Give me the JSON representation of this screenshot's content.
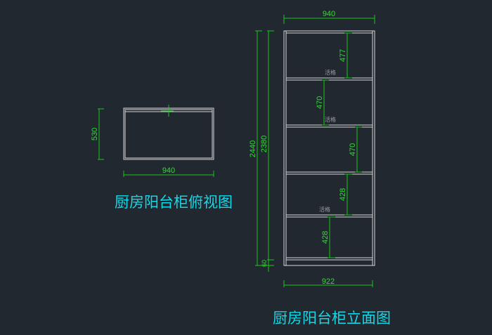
{
  "top_view": {
    "title": "厨房阳台柜俯视图",
    "width_dim": "940",
    "depth_dim": "530"
  },
  "elevation": {
    "title": "厨房阳台柜立面图",
    "top_width_dim": "940",
    "bottom_width_dim": "922",
    "total_height_dim": "2440",
    "body_height_dim": "2380",
    "plinth_dim": "60",
    "compartment_dims": [
      "477",
      "470",
      "470",
      "428",
      "428"
    ],
    "shelf_labels": [
      "活格",
      "活格",
      "活格"
    ]
  }
}
